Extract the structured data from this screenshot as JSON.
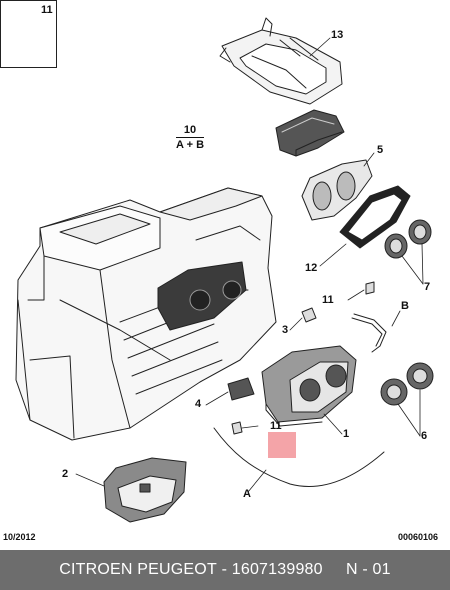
{
  "inset": {
    "label": "11"
  },
  "formula": {
    "top": "10",
    "bottom": "A + B"
  },
  "callouts": {
    "c13": "13",
    "c5": "5",
    "c12": "12",
    "c7": "7",
    "c11a": "11",
    "cB": "B",
    "c3": "3",
    "c4": "4",
    "c11b": "11",
    "c1": "1",
    "c6": "6",
    "c2": "2",
    "cA": "A"
  },
  "footer": {
    "date": "10/2012",
    "code": "00060106"
  },
  "title": {
    "brand": "CITROEN PEUGEOT",
    "separator": " - ",
    "part_number": "1607139980",
    "gap": "     ",
    "page": "N - 01"
  },
  "colors": {
    "title_bar": "#6d6d6d",
    "marker": "#f4a4a8",
    "line": "#222222"
  }
}
